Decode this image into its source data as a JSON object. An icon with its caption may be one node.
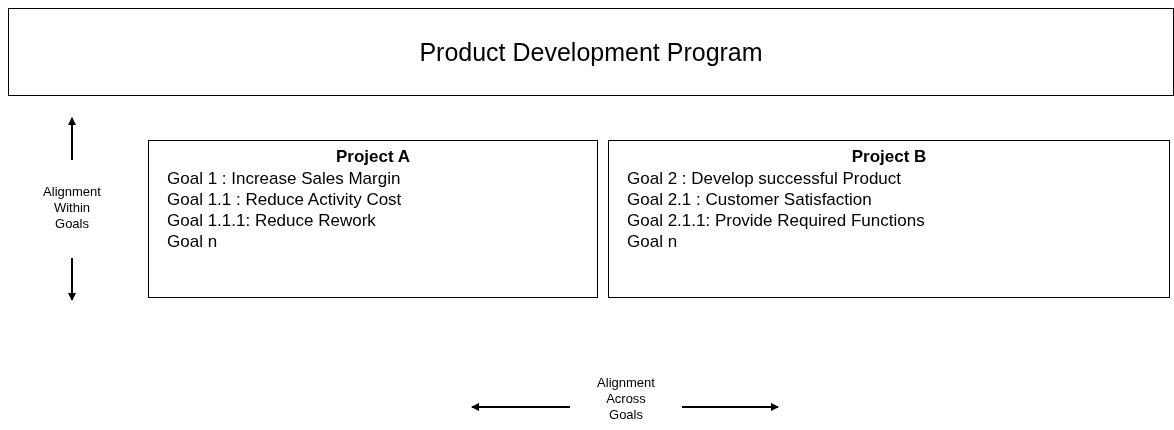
{
  "diagram": {
    "nodes": [
      {
        "text": [
          "Product Development Program"
        ]
      },
      {
        "text": [
          "Project A",
          "Goal 1 : Increase Sales Margin",
          "Goal 1.1 : Reduce Activity Cost",
          "Goal 1.1.1: Reduce Rework",
          "Goal n"
        ]
      },
      {
        "text": [
          "Project B",
          "Goal 2 : Develop successful Product",
          "Goal 2.1 : Customer Satisfaction",
          "Goal 2.1.1: Provide Required Functions",
          "Goal n"
        ]
      }
    ],
    "edges": [],
    "labels": [
      "Alignment Within Goals",
      "Alignment Across Goals"
    ]
  }
}
